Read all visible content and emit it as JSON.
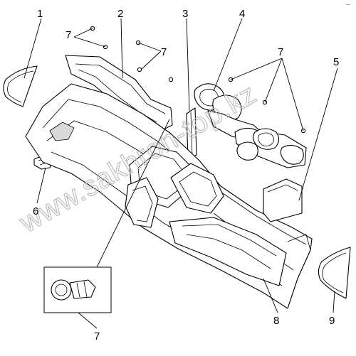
{
  "callouts": {
    "c1": "1",
    "c2": "2",
    "c3": "3",
    "c4": "4",
    "c5": "5",
    "c6": "6",
    "c7a": "7",
    "c7b": "7",
    "c7c": "7",
    "c7d": "7",
    "c8": "8",
    "c9": "9"
  },
  "watermark": "www.sakhron-top.kz",
  "corner_mark": "~"
}
